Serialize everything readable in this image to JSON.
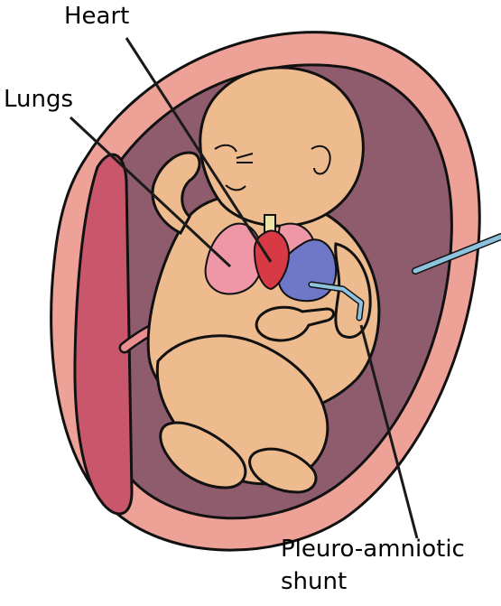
{
  "labels": {
    "heart": "Heart",
    "lungs": "Lungs",
    "shunt_line1": "Pleuro-amniotic",
    "shunt_line2": "shunt"
  },
  "colors": {
    "uterus_wall": "#EEA297",
    "amniotic_cavity": "#8F5C6E",
    "placenta": "#C9566A",
    "fetus_skin": "#EDBB8D",
    "lungs": "#F097A7",
    "heart": "#D83A45",
    "pleural_effusion": "#6E77C8",
    "umbilical_cord": "#E98D8F",
    "shunt_tube": "#8EC3DE",
    "leader_line": "#1A1A1A"
  }
}
